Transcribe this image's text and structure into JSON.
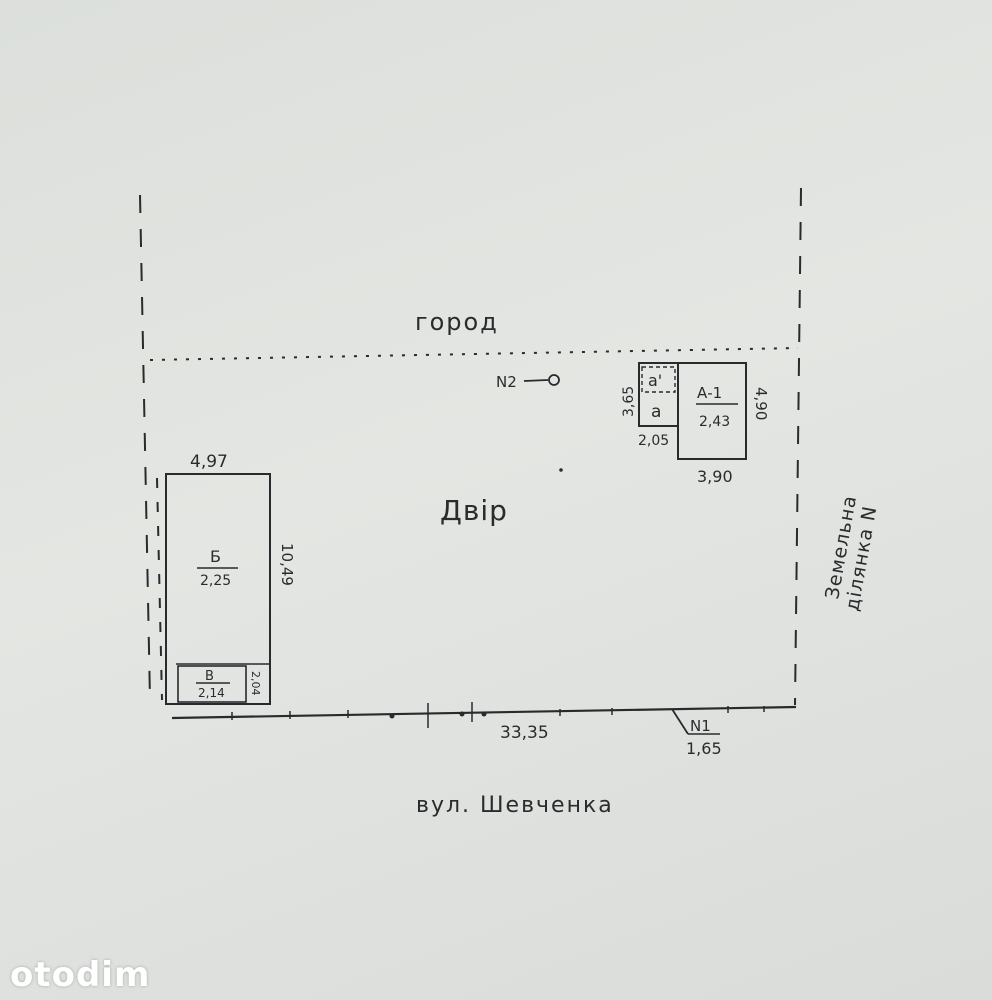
{
  "plan": {
    "garden_label": "город",
    "yard_label": "Двір",
    "street_label": "вул. Шевченка",
    "neighbor_label_line1": "Земельна",
    "neighbor_label_line2": "ділянка N",
    "point_n2_label": "N2",
    "gate_n1_label": "N1",
    "gate_n1_width": "1,65",
    "street_frontage": "33,35",
    "building_a": {
      "name": "А-1",
      "height": "2,43",
      "width_dim": "3,90",
      "depth_dim": "4,90"
    },
    "annex_a": {
      "name_upper": "а'",
      "name_lower": "а",
      "depth_dim": "3,65",
      "width_dim": "2,05"
    },
    "building_b": {
      "name": "Б",
      "height": "2,25",
      "width_dim": "4,97",
      "length_dim": "10,49"
    },
    "building_v": {
      "name": "В",
      "height": "2,14",
      "length_dim": "2,04"
    }
  },
  "watermark": "otodim"
}
